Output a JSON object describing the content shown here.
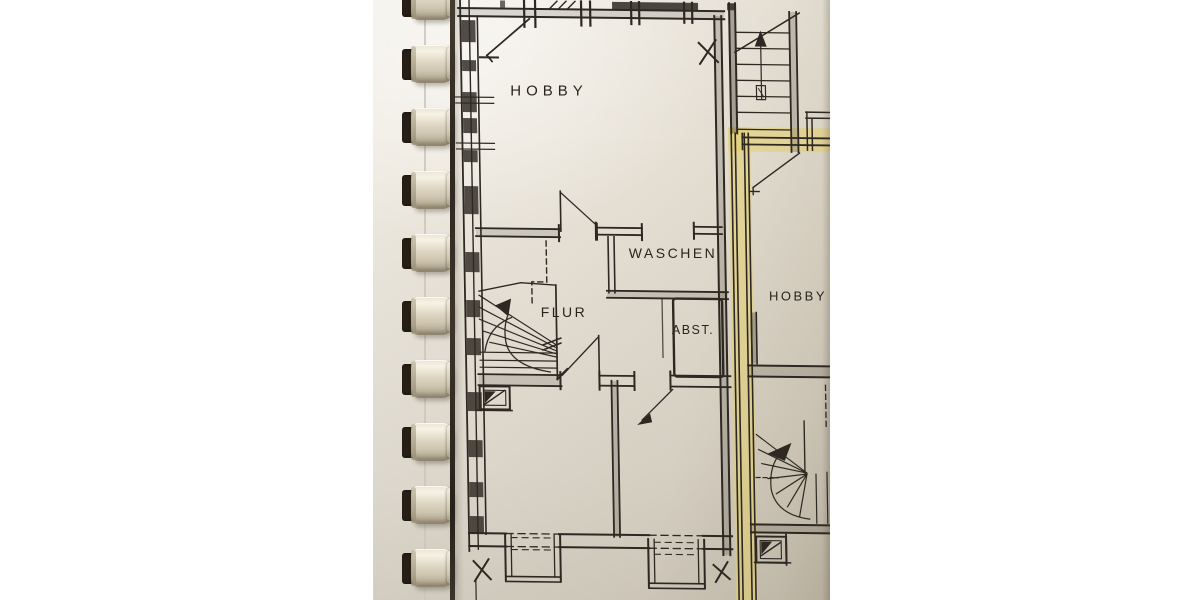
{
  "page": {
    "background": "#ffffff"
  },
  "photo": {
    "paper_color": "#e8e2d8",
    "ink_color": "#2e2822",
    "highlight_color": "#e4ce6b"
  },
  "binding": {
    "ring_count": 10
  },
  "floor_plan": {
    "rooms": [
      {
        "id": "hobby-left",
        "label": "HOBBY"
      },
      {
        "id": "waschen",
        "label": "WASCHEN"
      },
      {
        "id": "flur",
        "label": "FLUR"
      },
      {
        "id": "abst",
        "label": "ABST."
      },
      {
        "id": "hobby-right",
        "label": "HOBBY"
      }
    ]
  }
}
